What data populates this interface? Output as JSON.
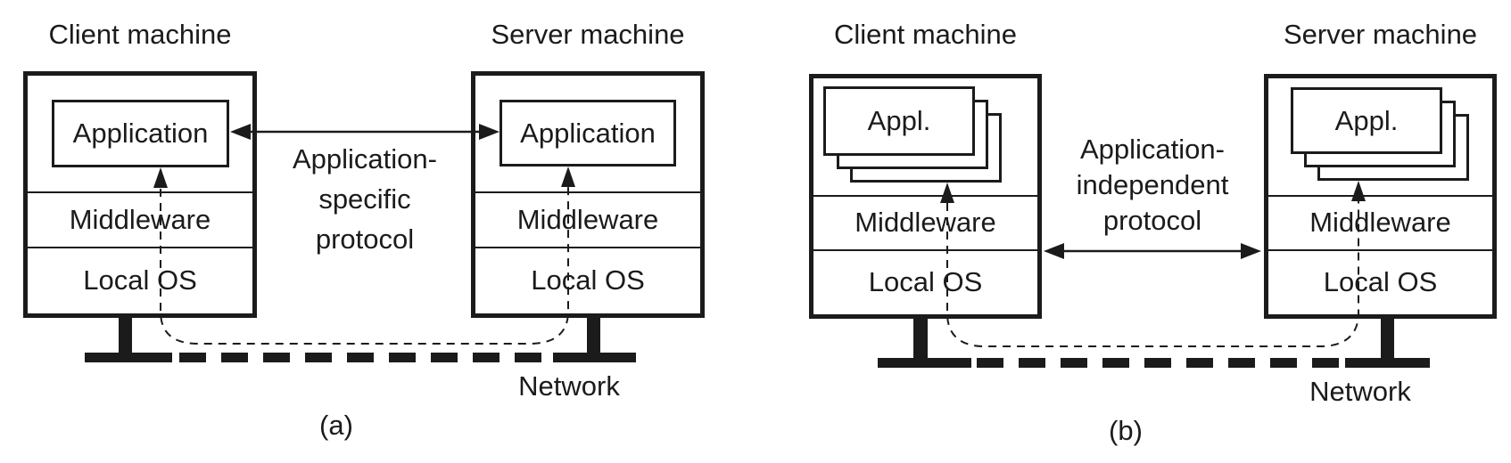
{
  "figure": {
    "colors": {
      "ink": "#1b1b1b",
      "background": "#ffffff"
    },
    "panels": [
      {
        "caption": "(a)",
        "network_label": "Network",
        "protocol": {
          "line1": "Application-",
          "line2": "specific",
          "line3": "protocol"
        },
        "machines": [
          {
            "title": "Client machine",
            "application_label": "Application",
            "middleware_label": "Middleware",
            "local_os_label": "Local OS"
          },
          {
            "title": "Server machine",
            "application_label": "Application",
            "middleware_label": "Middleware",
            "local_os_label": "Local OS"
          }
        ]
      },
      {
        "caption": "(b)",
        "network_label": "Network",
        "protocol": {
          "line1": "Application-",
          "line2": "independent",
          "line3": "protocol"
        },
        "machines": [
          {
            "title": "Client machine",
            "application_label": "Appl.",
            "middleware_label": "Middleware",
            "local_os_label": "Local OS"
          },
          {
            "title": "Server machine",
            "application_label": "Appl.",
            "middleware_label": "Middleware",
            "local_os_label": "Local OS"
          }
        ]
      }
    ]
  }
}
